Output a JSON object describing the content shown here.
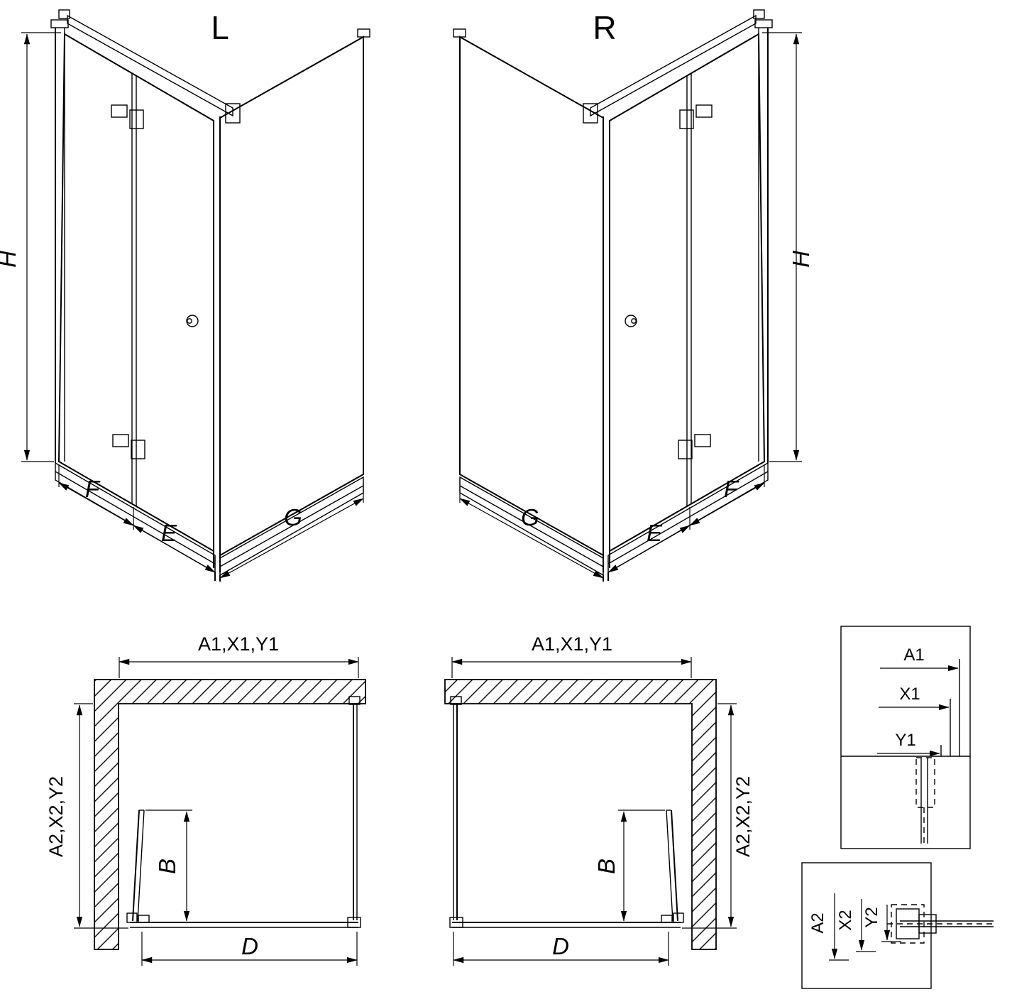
{
  "colors": {
    "line": "#000000",
    "background": "#ffffff"
  },
  "iso_views": [
    {
      "id": "L",
      "label": "L",
      "dim_height": "H",
      "dim_door": "F",
      "dim_fold": "E",
      "dim_side": "G"
    },
    {
      "id": "R",
      "label": "R",
      "dim_height": "H",
      "dim_door": "F",
      "dim_fold": "E",
      "dim_side": "G"
    }
  ],
  "plan_views": [
    {
      "id": "plan-L",
      "dim_top": "A1,X1,Y1",
      "dim_depth": "A2,X2,Y2",
      "dim_door": "B",
      "dim_width": "D"
    },
    {
      "id": "plan-R",
      "dim_top": "A1,X1,Y1",
      "dim_depth": "A2,X2,Y2",
      "dim_door": "B",
      "dim_width": "D"
    }
  ],
  "details": [
    {
      "id": "detail-top",
      "dims": [
        "A1",
        "X1",
        "Y1"
      ]
    },
    {
      "id": "detail-bottom",
      "dims": [
        "A2",
        "X2",
        "Y2"
      ]
    }
  ]
}
